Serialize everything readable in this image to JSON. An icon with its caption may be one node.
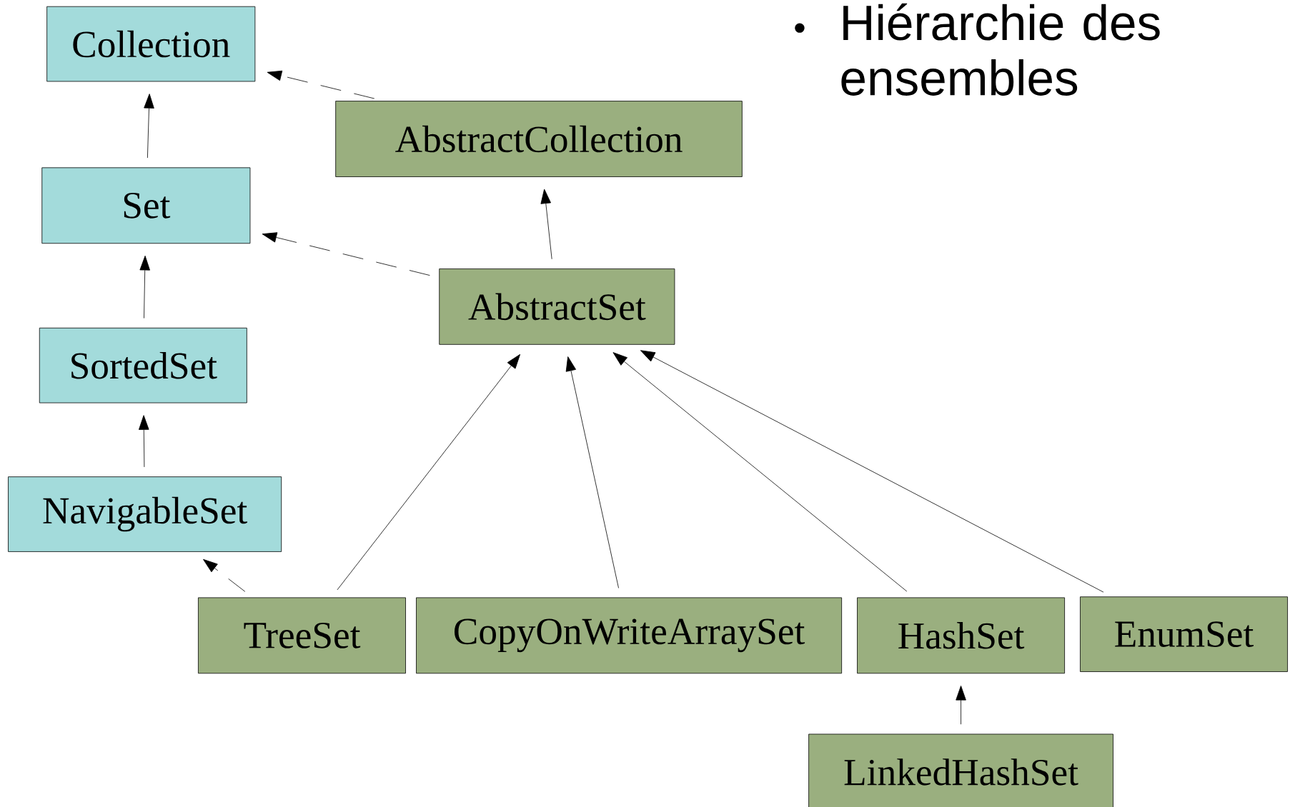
{
  "diagram": {
    "title": "Hiérarchie des ensembles",
    "nodes": [
      {
        "text": [
          "Collection"
        ]
      },
      {
        "text": [
          "AbstractCollection"
        ]
      },
      {
        "text": [
          "Set"
        ]
      },
      {
        "text": [
          "AbstractSet"
        ]
      },
      {
        "text": [
          "SortedSet"
        ]
      },
      {
        "text": [
          "NavigableSet"
        ]
      },
      {
        "text": [
          "TreeSet"
        ]
      },
      {
        "text": [
          "CopyOnWriteArraySet"
        ]
      },
      {
        "text": [
          "HashSet"
        ]
      },
      {
        "text": [
          "EnumSet"
        ]
      },
      {
        "text": [
          "LinkedHashSet"
        ]
      }
    ],
    "edges": [
      {
        "from": 1,
        "to": 0,
        "arrow": "to",
        "style": "dashed"
      },
      {
        "from": 2,
        "to": 0,
        "arrow": "to"
      },
      {
        "from": 3,
        "to": 1,
        "arrow": "to"
      },
      {
        "from": 3,
        "to": 2,
        "arrow": "to",
        "style": "dashed"
      },
      {
        "from": 4,
        "to": 2,
        "arrow": "to"
      },
      {
        "from": 5,
        "to": 4,
        "arrow": "to"
      },
      {
        "from": 6,
        "to": 5,
        "arrow": "to",
        "style": "dashed"
      },
      {
        "from": 6,
        "to": 3,
        "arrow": "to"
      },
      {
        "from": 7,
        "to": 3,
        "arrow": "to"
      },
      {
        "from": 8,
        "to": 3,
        "arrow": "to"
      },
      {
        "from": 9,
        "to": 3,
        "arrow": "to"
      },
      {
        "from": 10,
        "to": 8,
        "arrow": "to"
      }
    ]
  }
}
